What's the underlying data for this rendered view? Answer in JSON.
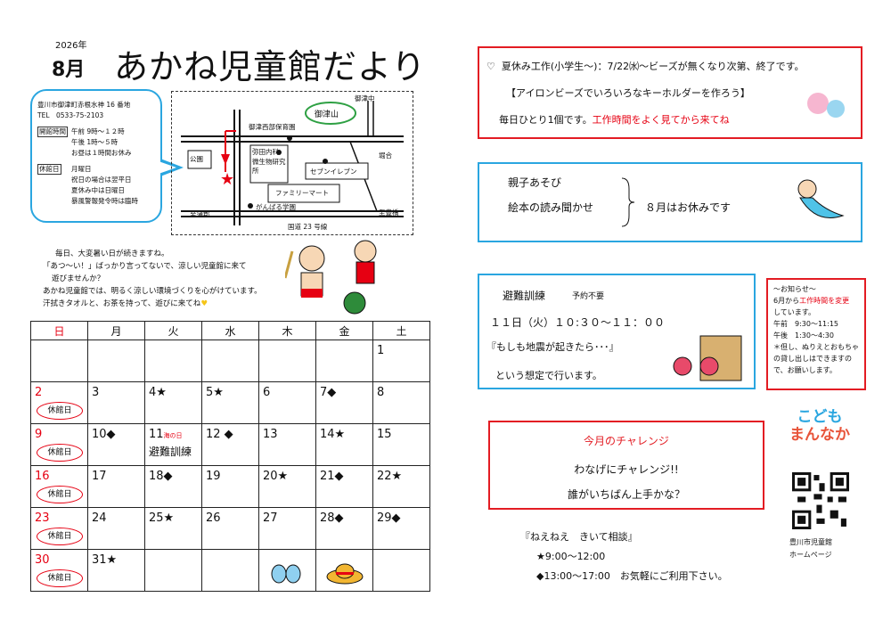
{
  "header": {
    "year": "2026年",
    "month": "8月",
    "title": "あかね児童館だより"
  },
  "info": {
    "address": "豊川市御津町赤根水神 16 番地",
    "tel": "TEL　0533-75-2103",
    "hours_label": "開館時間",
    "hours_1": "午前 9時～１２時",
    "hours_2": "午後 1時～５時",
    "hours_3": "お昼は１時間お休み",
    "closed_label": "休館日",
    "closed_1": "月曜日",
    "closed_2": "祝日の場合は翌平日",
    "closed_3": "夏休み中は日曜日",
    "closed_4": "暴風警報発令時は臨時"
  },
  "map": {
    "mitsu_naka": "御津中",
    "nursery": "御津西部保育園",
    "mitsuyama": "御津山",
    "park": "公園",
    "yada": "弥田内科",
    "lab": "微生物研究所",
    "seven": "セブンイレブン",
    "horigo": "堀合",
    "family": "ファミリーマート",
    "to_gamagori": "至蒲郡",
    "ganbaru": "がんばる学園",
    "to_toyohashi": "至豊橋",
    "route": "国道 23 号線"
  },
  "intro": {
    "l1": "毎日、大変暑い日が続きますね。",
    "l2": "「あつ～い！」ばっかり言ってないで、涼しい児童館に来て",
    "l3": "遊びませんか？",
    "l4": "あかね児童館では、明るく涼しい環境づくりを心がけています。",
    "l5": "汗拭きタオルと、お茶を持って、遊びに来てね",
    "heart": "♥"
  },
  "calendar": {
    "weekdays": [
      "日",
      "月",
      "火",
      "水",
      "木",
      "金",
      "土"
    ],
    "closed_label": "休館日",
    "holiday_label": "海の日",
    "drill_label": "避難訓練",
    "weeks": [
      [
        "",
        "",
        "",
        "",
        "",
        "",
        "1"
      ],
      [
        "2",
        "3",
        "4★",
        "5★",
        "6",
        "7◆",
        "8"
      ],
      [
        "9",
        "10◆",
        "11",
        "12 ◆",
        "13",
        "14★",
        "15"
      ],
      [
        "16",
        "17",
        "18◆",
        "19",
        "20★",
        "21◆",
        "22★"
      ],
      [
        "23",
        "24",
        "25★",
        "26",
        "27",
        "28◆",
        "29◆"
      ],
      [
        "30",
        "31★",
        "",
        "",
        "",
        "",
        ""
      ]
    ]
  },
  "workshop": {
    "heart": "♡",
    "l1": "夏休み工作(小学生～)：7/22㈬～ビーズが無くなり次第、終了です。",
    "l2": "【アイロンビーズでいろいろなキーホルダーを作ろう】",
    "l3": "毎日ひとり1個です。",
    "l3_red": "工作時間をよく見てから来てね"
  },
  "parent": {
    "l1": "親子あそび",
    "l2": "絵本の読み聞かせ",
    "l3": "８月はお休みです"
  },
  "drill": {
    "title": "避難訓練",
    "note": "予約不要",
    "time": "１１日（火）１０:３０～１１：００",
    "scenario": "『もしも地震が起きたら･･･』",
    "assume": "という想定で行います。"
  },
  "notice": {
    "title": "～お知らせ～",
    "l1a": "6月から",
    "l1b": "工作時間を変更",
    "l2": "しています。",
    "l3": "午前　9:30～11:15",
    "l4": "午後　1:30～4:30",
    "l5": "＊但し、ぬりえとおもちゃ",
    "l6": "の貸し出しはできますの",
    "l7": "で、お願いします。"
  },
  "challenge": {
    "title": "今月のチャレンジ",
    "l1": "わなげにチャレンジ!!",
    "l2": "誰がいちばん上手かな？"
  },
  "consult": {
    "title": "『ねえねえ　きいて相談』",
    "l1": "★9:00～12:00",
    "l2": "◆13:00～17:00　お気軽にご利用下さい。"
  },
  "logo": {
    "l1": "こども",
    "l2": "まんなか"
  },
  "homepage": {
    "l1": "豊川市児童館",
    "l2": "ホームページ"
  },
  "colors": {
    "red": "#e31c23",
    "blue": "#2aa6e0"
  }
}
